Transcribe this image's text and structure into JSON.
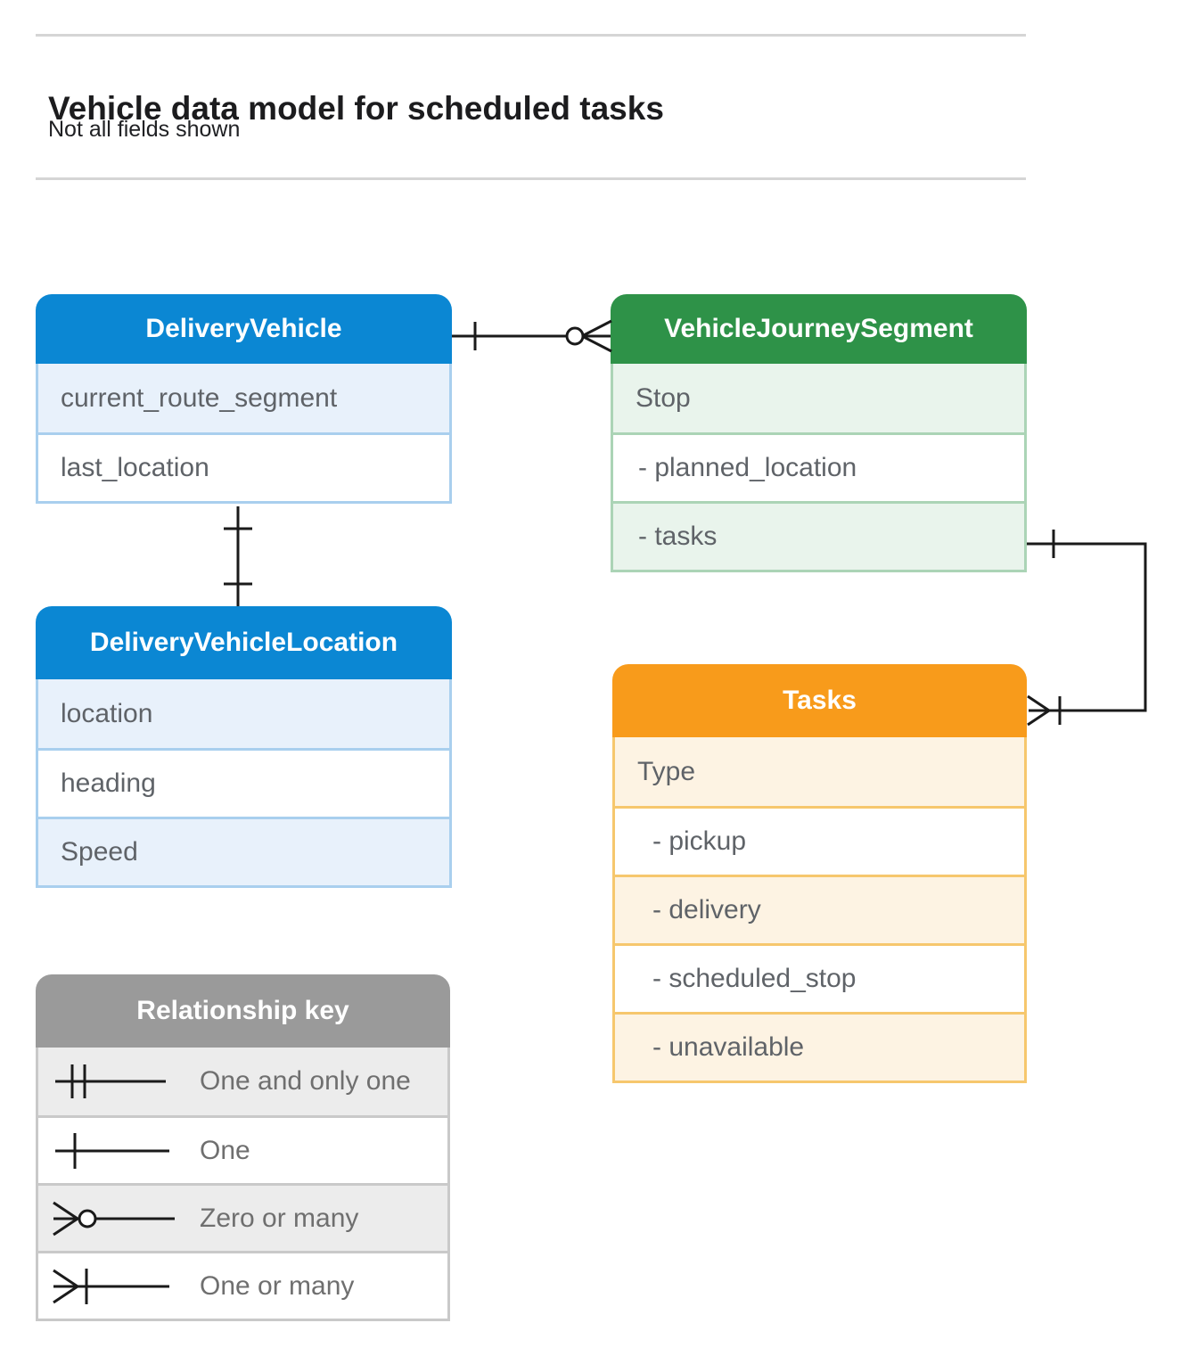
{
  "page": {
    "title": "Vehicle data model for scheduled tasks",
    "subtitle": "Not all fields shown"
  },
  "entities": [
    {
      "title": "DeliveryVehicle",
      "theme": "blue",
      "rows": [
        {
          "label": "current_route_segment"
        },
        {
          "label": "last_location"
        }
      ]
    },
    {
      "title": "VehicleJourneySegment",
      "theme": "green",
      "rows": [
        {
          "label": "Stop"
        },
        {
          "label": "-  planned_location"
        },
        {
          "label": "-  tasks"
        }
      ]
    },
    {
      "title": "DeliveryVehicleLocation",
      "theme": "blue",
      "rows": [
        {
          "label": "location"
        },
        {
          "label": "heading"
        },
        {
          "label": "Speed"
        }
      ]
    },
    {
      "title": "Tasks",
      "theme": "orange",
      "rows": [
        {
          "label": "Type"
        },
        {
          "label": "-  pickup"
        },
        {
          "label": "-  delivery"
        },
        {
          "label": "-  scheduled_stop"
        },
        {
          "label": "-  unavailable"
        }
      ]
    }
  ],
  "legend": {
    "title": "Relationship key",
    "items": [
      {
        "symbol": "one-and-only-one",
        "label": "One and only one"
      },
      {
        "symbol": "one",
        "label": "One"
      },
      {
        "symbol": "zero-or-many",
        "label": "Zero or many"
      },
      {
        "symbol": "one-or-many",
        "label": "One or many"
      }
    ]
  },
  "relationships": [
    {
      "from": "DeliveryVehicle",
      "to": "VehicleJourneySegment",
      "from_cardinality": "one",
      "to_cardinality": "zero-or-many"
    },
    {
      "from": "DeliveryVehicle",
      "to": "DeliveryVehicleLocation",
      "from_cardinality": "one",
      "to_cardinality": "one"
    },
    {
      "from": "VehicleJourneySegment",
      "to": "Tasks",
      "from_cardinality": "one",
      "to_cardinality": "one-or-many"
    }
  ],
  "colors": {
    "blue": "#0b87d3",
    "blue_light": "#e8f1fb",
    "blue_border": "#a9cfee",
    "green": "#2e9248",
    "green_light": "#e9f4ec",
    "green_border": "#abd4b6",
    "orange": "#f89b1b",
    "orange_light": "#fdf3e3",
    "orange_border": "#f6c76d",
    "gray": "#9a9a9a",
    "gray_light": "#ececec",
    "gray_border": "#c9c9c9",
    "line": "#1a1a1a"
  }
}
